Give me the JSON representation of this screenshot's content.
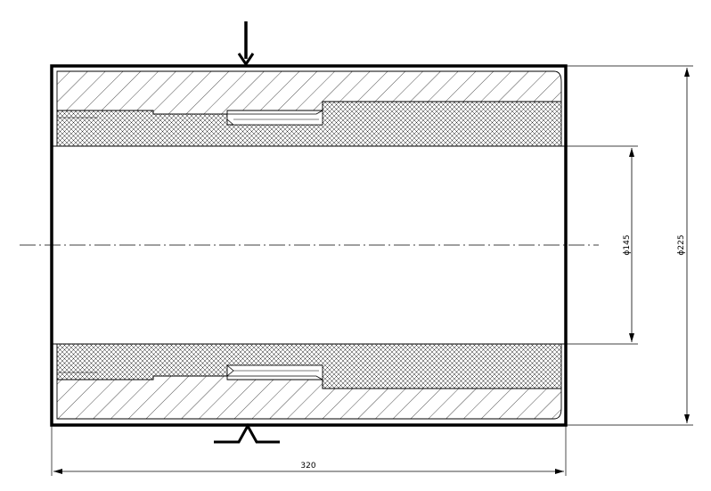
{
  "drawing": {
    "dimensions": {
      "length": "320",
      "inner_diameter": "ϕ145",
      "outer_diameter": "ϕ225"
    },
    "colors": {
      "line": "#000000",
      "background": "#ffffff"
    },
    "symbols": {
      "load": "arrow-down-icon",
      "support": "support-icon"
    }
  }
}
